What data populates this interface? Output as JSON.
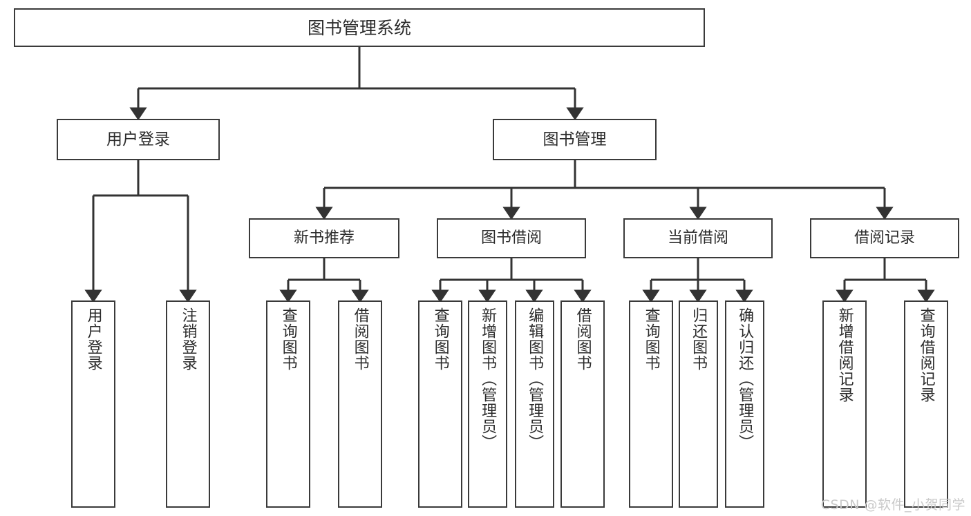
{
  "diagram": {
    "title": "图书管理系统",
    "watermark": "CSDN @软件_小贺同学",
    "colors": {
      "box_border": "#3a3a3a",
      "box_fill": "#ffffff",
      "text": "#2b2b2b",
      "edge": "#333333",
      "watermark": "#c9c9c9",
      "background": "#ffffff"
    },
    "nodes": {
      "root": {
        "label": "图书管理系统"
      },
      "level2": [
        {
          "id": "user-login",
          "label": "用户登录"
        },
        {
          "id": "book-management",
          "label": "图书管理"
        }
      ],
      "level3": [
        {
          "id": "new-book-recommend",
          "label": "新书推荐"
        },
        {
          "id": "book-borrow",
          "label": "图书借阅"
        },
        {
          "id": "current-borrow",
          "label": "当前借阅"
        },
        {
          "id": "borrow-record",
          "label": "借阅记录"
        }
      ],
      "leaves": {
        "user-login": [
          {
            "id": "user-login-action",
            "label": "用户登录"
          },
          {
            "id": "user-logout-action",
            "label": "注销登录"
          }
        ],
        "new-book-recommend": [
          {
            "id": "query-book-1",
            "label": "查询图书"
          },
          {
            "id": "borrow-book-1",
            "label": "借阅图书"
          }
        ],
        "book-borrow": [
          {
            "id": "query-book-2",
            "label": "查询图书"
          },
          {
            "id": "add-book-admin",
            "label": "新增图书（管理员）"
          },
          {
            "id": "edit-book-admin",
            "label": "编辑图书（管理员）"
          },
          {
            "id": "borrow-book-2",
            "label": "借阅图书"
          }
        ],
        "current-borrow": [
          {
            "id": "query-book-3",
            "label": "查询图书"
          },
          {
            "id": "return-book",
            "label": "归还图书"
          },
          {
            "id": "confirm-return-admin",
            "label": "确认归还（管理员）"
          }
        ],
        "borrow-record": [
          {
            "id": "add-borrow-record",
            "label": "新增借阅记录"
          },
          {
            "id": "query-borrow-record",
            "label": "查询借阅记录"
          }
        ]
      }
    }
  }
}
